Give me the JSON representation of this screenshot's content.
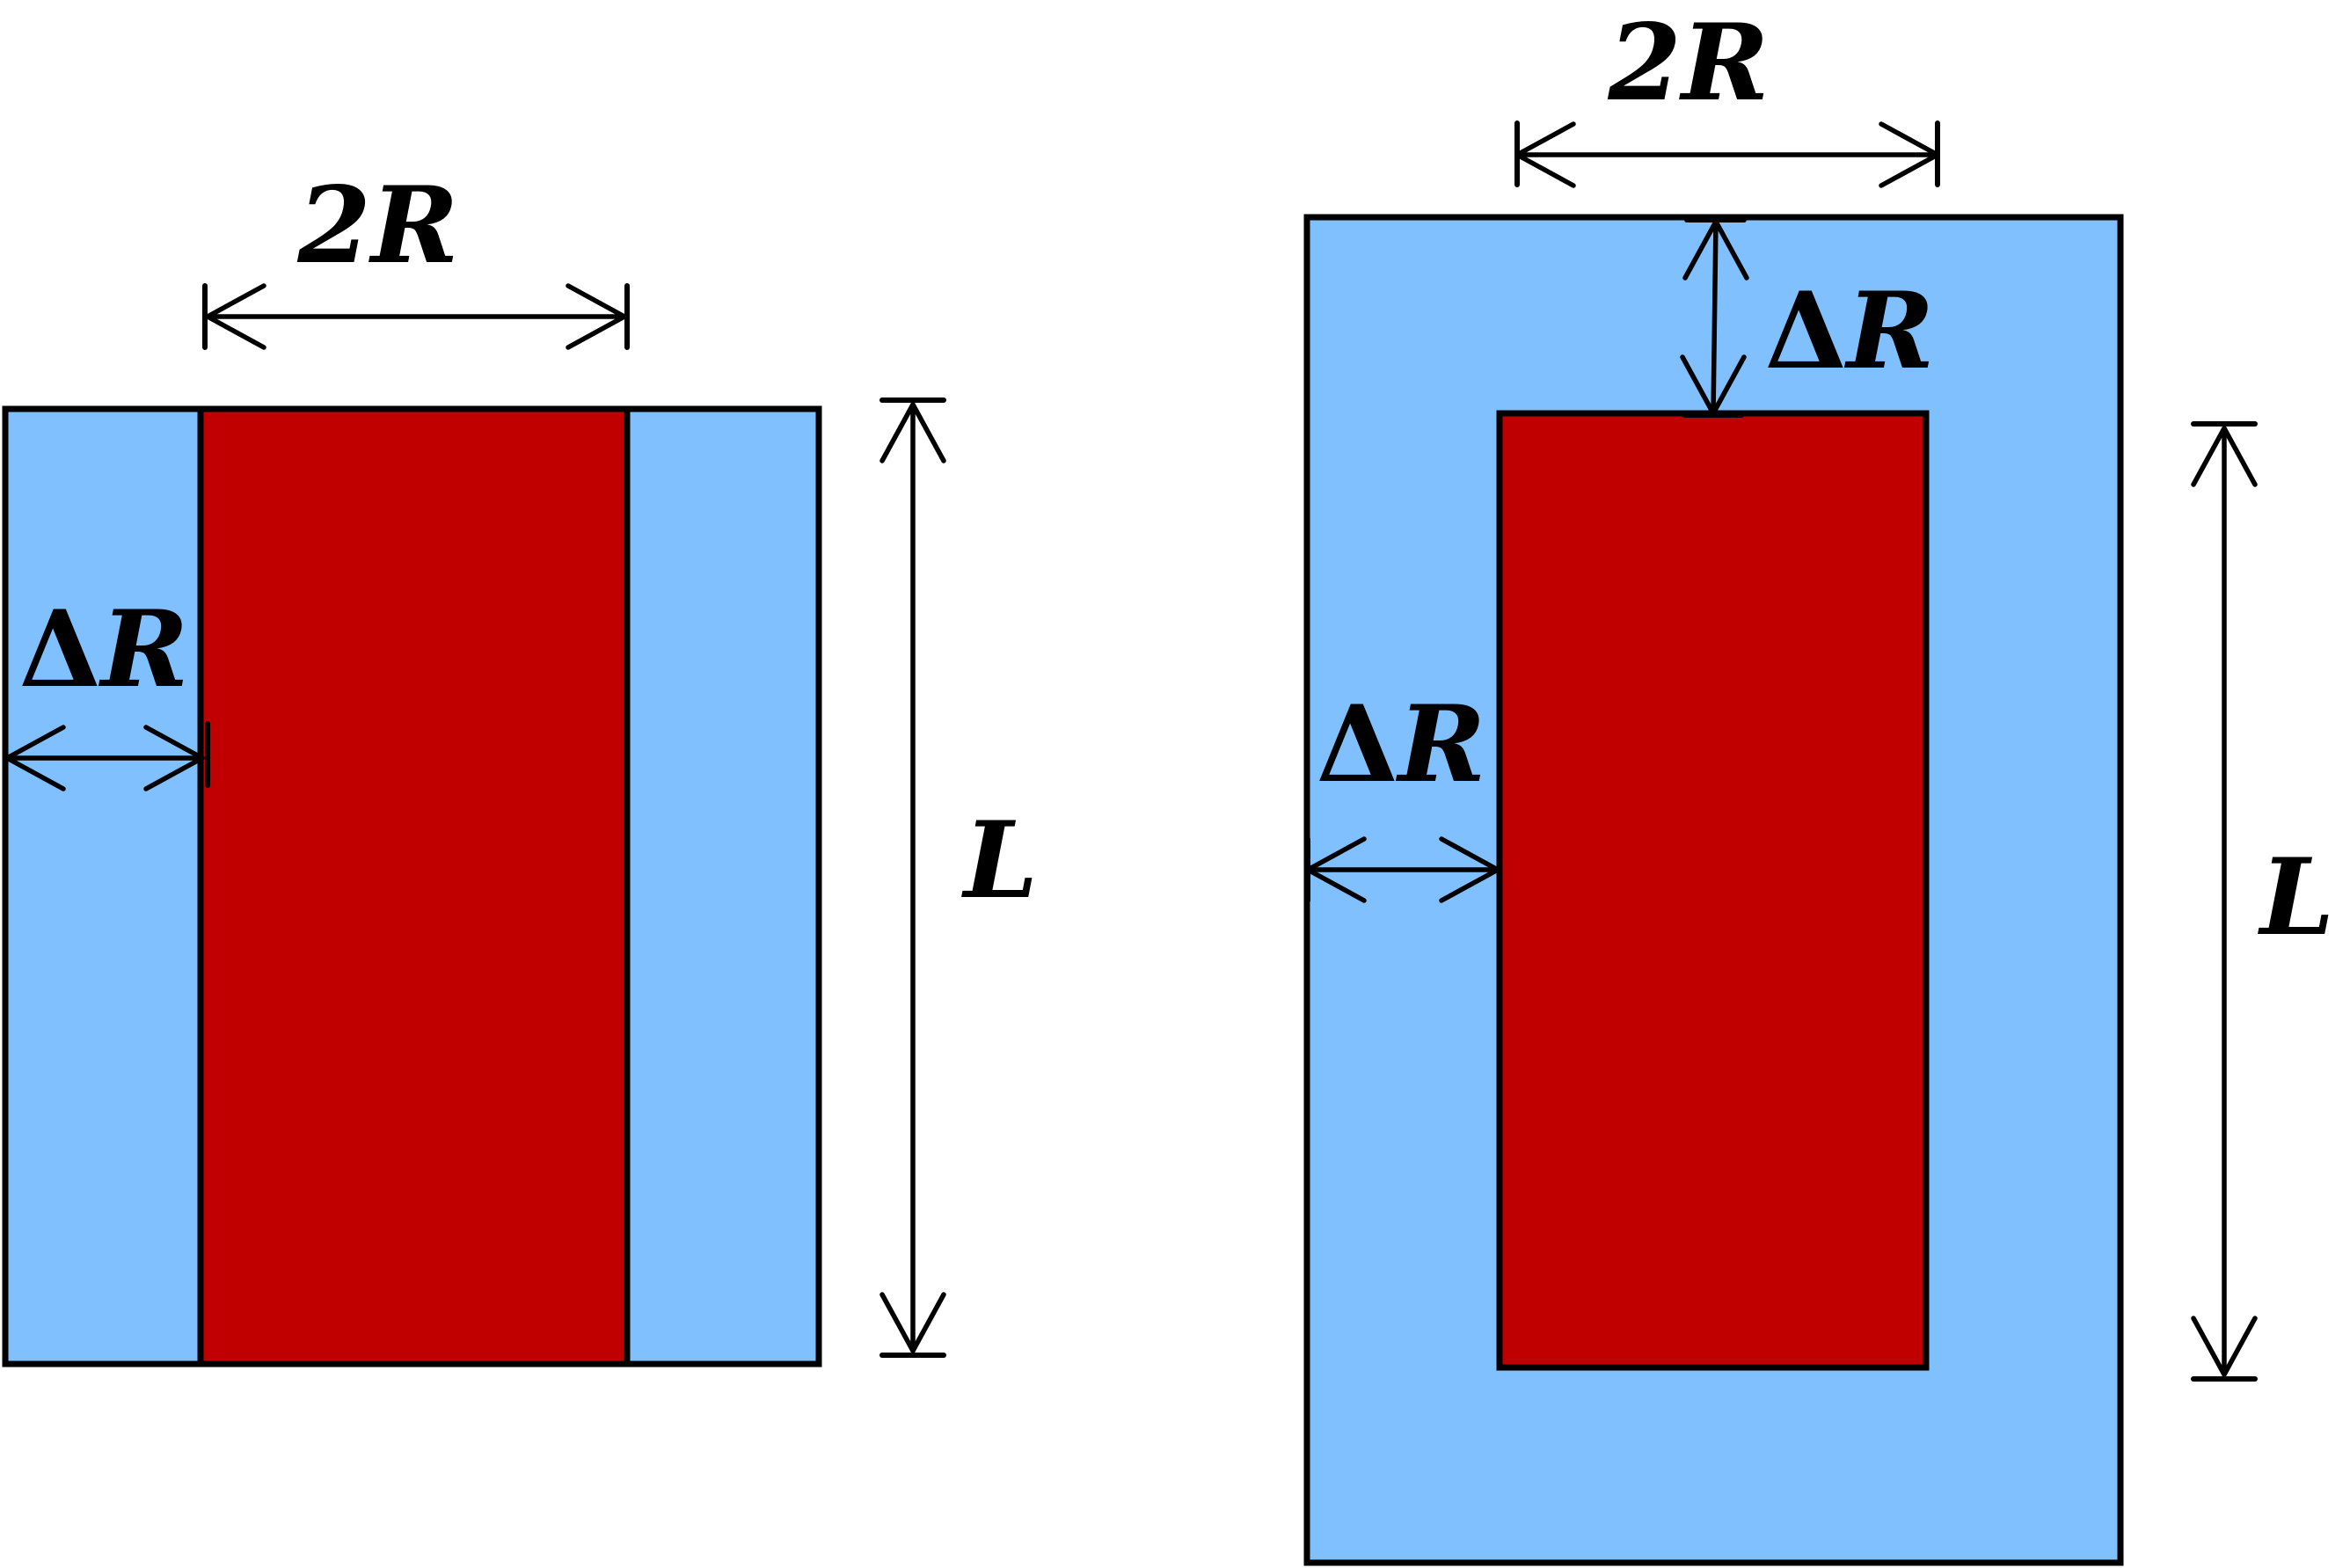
{
  "colors": {
    "cladding": "#80C0FF",
    "core": "#C00000",
    "outline": "#000000"
  },
  "left_panel": {
    "label_width": "2R",
    "label_gap": "ΔR",
    "label_length": "L"
  },
  "right_panel": {
    "label_width": "2R",
    "label_gap_top": "ΔR",
    "label_gap_side": "ΔR",
    "label_length": "L"
  }
}
